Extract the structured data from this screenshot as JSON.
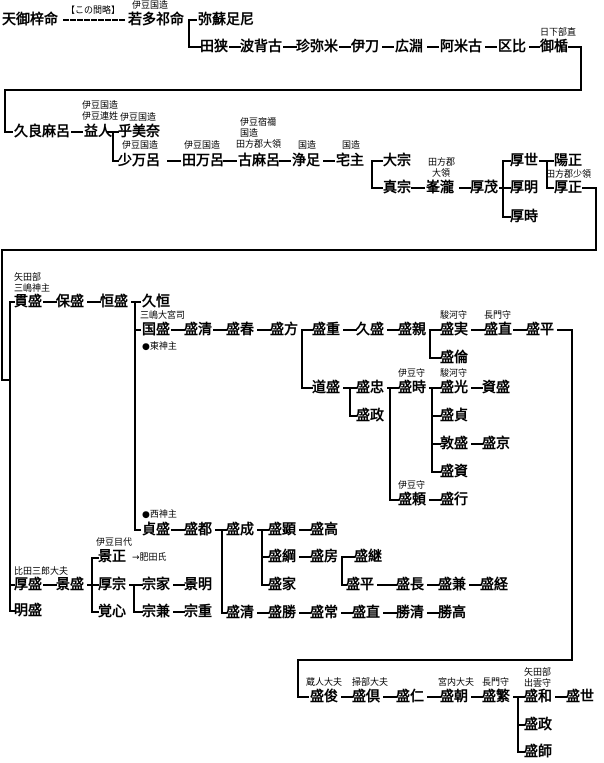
{
  "nodes": {
    "amenomine": "天御梓命",
    "wakata": "若多祁命",
    "yasoashi": "弥蘇足尼",
    "tasa": "田狭",
    "hase": "波背古",
    "chinmai": "珍弥米",
    "ito": "伊刀",
    "hirofuchi": "広淵",
    "amiko": "阿米古",
    "kuhi": "区比",
    "mitate": "御楯",
    "kuramaro": "久良麻呂",
    "masuhito": "益人",
    "kouminu": "乎美奈",
    "shomanro": "少万呂",
    "tamanro": "田万呂",
    "komaro": "古麻呂",
    "jousoku": "浄足",
    "takemune": "宅主",
    "omune": "大宗",
    "sanemune": "真宗",
    "minetaki": "峯瀧",
    "atsushige": "厚茂",
    "atsuyo": "厚世",
    "atsuaki": "厚明",
    "atsutoki": "厚時",
    "yomasa": "陽正",
    "atsumasa": "厚正",
    "tsuramori": "貫盛",
    "yasumori": "保盛",
    "tsunemori": "恒盛",
    "hisatsune": "久恒",
    "kunimori": "国盛",
    "morikiyo": "盛清",
    "moriharu": "盛春",
    "morikata": "盛方",
    "morishige": "盛重",
    "hisamori": "久盛",
    "morichika": "盛親",
    "morizane": "盛実",
    "morinao": "盛直",
    "morihira": "盛平",
    "morinori": "盛倫",
    "michimori": "道盛",
    "moritada": "盛忠",
    "moritoki": "盛時",
    "morimitsu": "盛光",
    "sukemori": "資盛",
    "morimasa": "盛政",
    "morisada": "盛貞",
    "atsumori": "敦盛",
    "morikyou": "盛京",
    "morisuke": "盛資",
    "moriyori": "盛頼",
    "moriyuki": "盛行",
    "sadamori": "貞盛",
    "moritsu": "盛都",
    "morinari": "盛成",
    "moriken": "盛顕",
    "moritaka": "盛高",
    "moritsuna": "盛綱",
    "morifusa": "盛房",
    "moritsugu": "盛継",
    "moriie": "盛家",
    "morihira2": "盛平",
    "morinaga": "盛長",
    "morikane": "盛兼",
    "moritsune": "盛経",
    "morikiyo2": "盛清",
    "morikatsu": "盛勝",
    "moritsune2": "盛常",
    "morinao2": "盛直",
    "katsukiyo": "勝清",
    "katsutaka": "勝高",
    "atsumori2": "厚盛",
    "kagemori": "景盛",
    "akimori": "明盛",
    "kagemasa": "景正",
    "atsumune": "厚宗",
    "kakushin": "覚心",
    "muneie": "宗家",
    "kageaki": "景明",
    "munekane": "宗兼",
    "muneshige": "宗重",
    "moritoshi": "盛俊",
    "morinori2": "盛倶",
    "morihito": "盛仁",
    "moritomo": "盛朝",
    "morishige2": "盛繁",
    "moriwa": "盛和",
    "moriyo": "盛世",
    "morimasa2": "盛政",
    "moriosa": "盛師"
  },
  "annotations": {
    "omitted": "【この間略】",
    "wakata_t": "伊豆国造",
    "mitate_t": "日下部直",
    "masuhito_t1": "伊豆国造",
    "masuhito_t2": "伊豆連姓",
    "kouminu_t": "伊豆国造",
    "shomanro_t": "伊豆国造",
    "tamanro_t": "伊豆国造",
    "komaro_t1": "伊豆宿禰",
    "komaro_t2": "国造",
    "komaro_t3": "田方郡大領",
    "jousoku_t": "国造",
    "takemune_t": "国造",
    "minetaki_t1": "田方郡",
    "minetaki_t2": "大領",
    "atsumasa_t": "田方郡少領",
    "tsuramori_t1": "矢田部",
    "tsuramori_t2": "三嶋神主",
    "kunimori_t": "三嶋大宮司",
    "higashi": "●東神主",
    "morizane_t": "駿河守",
    "morinao_t": "長門守",
    "moritoki_t": "伊豆守",
    "morimitsu_t": "駿河守",
    "moriyori_t": "伊豆守",
    "nishi": "●西神主",
    "atsumori2_t": "比田三郎大夫",
    "kagemasa_t": "伊豆目代",
    "hida": "→肥田氏",
    "moritoshi_t": "蔵人大夫",
    "morinori2_t": "掃部大夫",
    "moritomo_t": "宮内大夫",
    "morishige2_t": "長門守",
    "moriwa_t1": "矢田部",
    "moriwa_t2": "出雲守"
  }
}
